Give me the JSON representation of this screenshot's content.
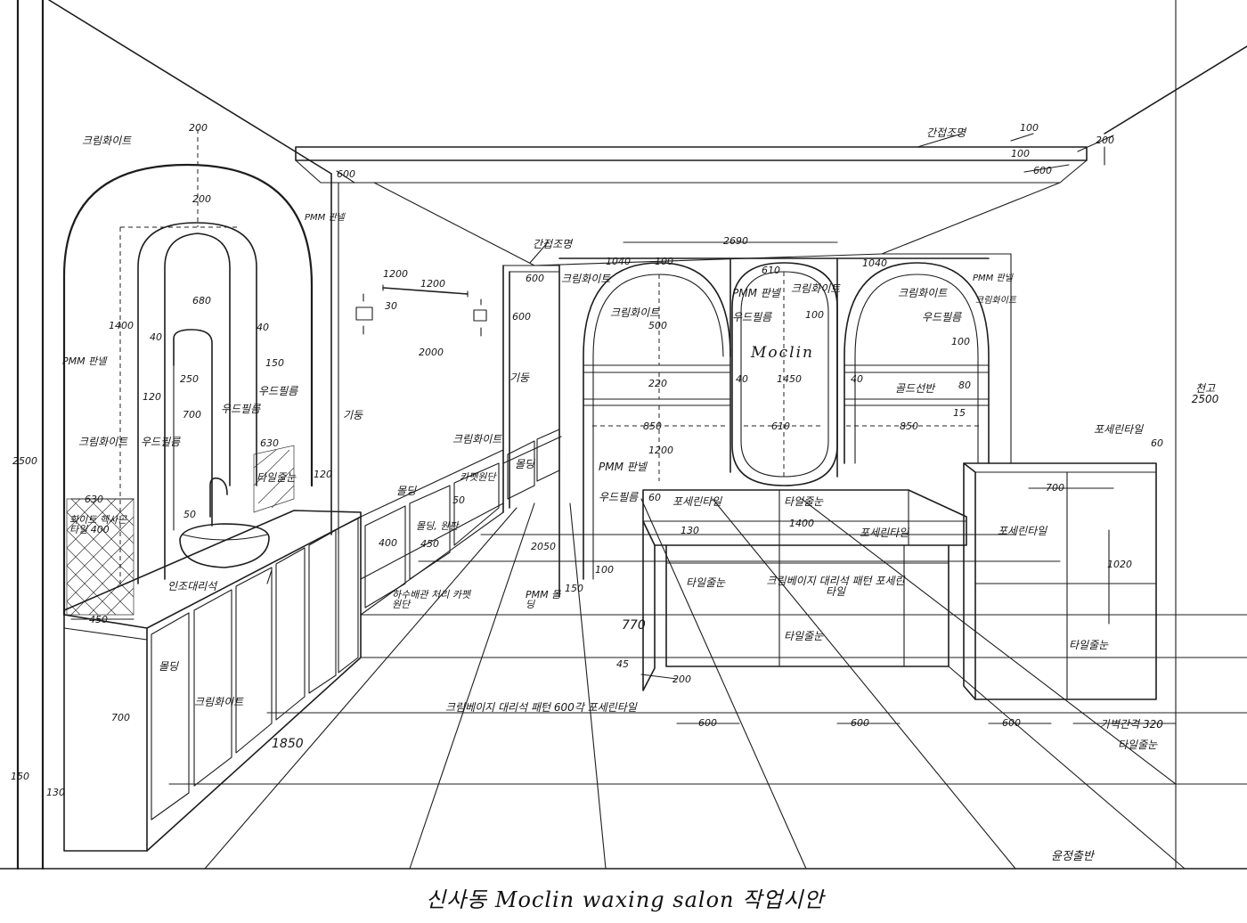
{
  "title": "신사동 Moclin waxing salon 작업시안",
  "signature": "윤정출반",
  "sign_text": "Moclin",
  "labels": {
    "indirect_light_top": "간접조명",
    "indirect_light_mid": "간접조명",
    "cream_white_wall": "크림화이트",
    "pmm_panel_left": "PMM 판넬",
    "wood_film_left": "우드필름",
    "wood_film_left_arch": "우드필름",
    "cream_white_left_wall": "크림화이트",
    "tile_sheet": "화이트 헥사곤 타일 400",
    "pillar": "기둥",
    "cream_white_right": "크림화이트",
    "molding": "몰딩",
    "molding_fabric": "몰딩, 원판",
    "carpet_fabric": "카펫원단",
    "waste_panel": "하수배관 처리 카펫원단",
    "pillar_mid": "기둥",
    "cream_white_mid": "크림화이트",
    "cream_white_arch_left": "크림화이트",
    "pmm_panel_mid": "PMM 판넬",
    "wood_film_mid": "우드필름",
    "cream_white_center": "크림화이트",
    "pmm_panel_center": "PMM 판넬",
    "wood_film_center": "우드필름",
    "cream_white_arch_right": "크림화이트",
    "pmm_panel_right": "PMM 판넬",
    "cream_white_edge": "크림화이트",
    "wood_film_right": "우드필름",
    "wood_shelf": "골드선반",
    "pmm_lower": "PMM 판넬",
    "wood_film_lower": "우드필름",
    "pmm_base": "PMM 몰딩",
    "porcelain_tile_top": "포세린타일",
    "tile_joint_top": "타일줄눈",
    "porcelain_tile_front": "포세린타일",
    "tile_joint_left": "타일줄눈",
    "cream_beige_tile": "크림베이지 대리석 패턴 포세린타일",
    "tile_joint_center": "타일줄눈",
    "porcelain_tile_right_top": "포세린타일",
    "porcelain_tile_right": "포세린타일",
    "tile_joint_right": "타일줄눈",
    "marble_counter": "인조대리석",
    "molding_cabinet": "몰딩",
    "cream_white_cabinet": "크림화이트",
    "floor_tile": "크림베이지 대리석 패턴 600각 포세린타일",
    "wall_spacing": "가벽간격 320",
    "tile_joint_floor": "타일줄눈",
    "ceiling_height": "천고 2500"
  },
  "dimensions": {
    "d200_top": "200",
    "d200_arch": "200",
    "d680": "680",
    "d1400": "1400",
    "d40_a": "40",
    "d40_b": "40",
    "d150": "150",
    "d120": "120",
    "d250": "250",
    "d700_mirror": "700",
    "d630_a": "630",
    "d630_b": "630",
    "d50": "50",
    "d2500_left": "2500",
    "d450": "450",
    "d700_cab": "700",
    "d1850": "1850",
    "d150_floor": "150",
    "d130": "130",
    "d120_wall": "120",
    "d1200_bar": "1200",
    "d30": "30",
    "d1200_rail": "1200",
    "d2000": "2000",
    "d600_pillar": "600",
    "d600_side": "600",
    "d400": "400",
    "d450_panel": "450",
    "d500_panel": "500",
    "d50_panel": "50",
    "d2050": "2050",
    "d150_base": "150",
    "d100_base": "100",
    "d100_top": "100",
    "d100_beam": "100",
    "d600_beam_left": "600",
    "d600_beam_right": "600",
    "d200_beam": "200",
    "d2690": "2690",
    "d1040_a": "1040",
    "d100_arch": "100",
    "d610_top": "610",
    "d1040_b": "1040",
    "d500_arch": "500",
    "d220": "220",
    "d850_a": "850",
    "d1200_arch": "1200",
    "d40_c": "40",
    "d1450": "1450",
    "d40_d": "40",
    "d610_bottom": "610",
    "d850_b": "850",
    "d100_mid": "100",
    "d100_right": "100",
    "d80": "80",
    "d15": "15",
    "d1400_desk": "1400",
    "d130_desk": "130",
    "d60_desk": "60",
    "d770": "770",
    "d45": "45",
    "d200_desk": "200",
    "d700_right": "700",
    "d60_right": "60",
    "d1020": "1020",
    "d600_f1": "600",
    "d600_f2": "600",
    "d600_f3": "600"
  }
}
